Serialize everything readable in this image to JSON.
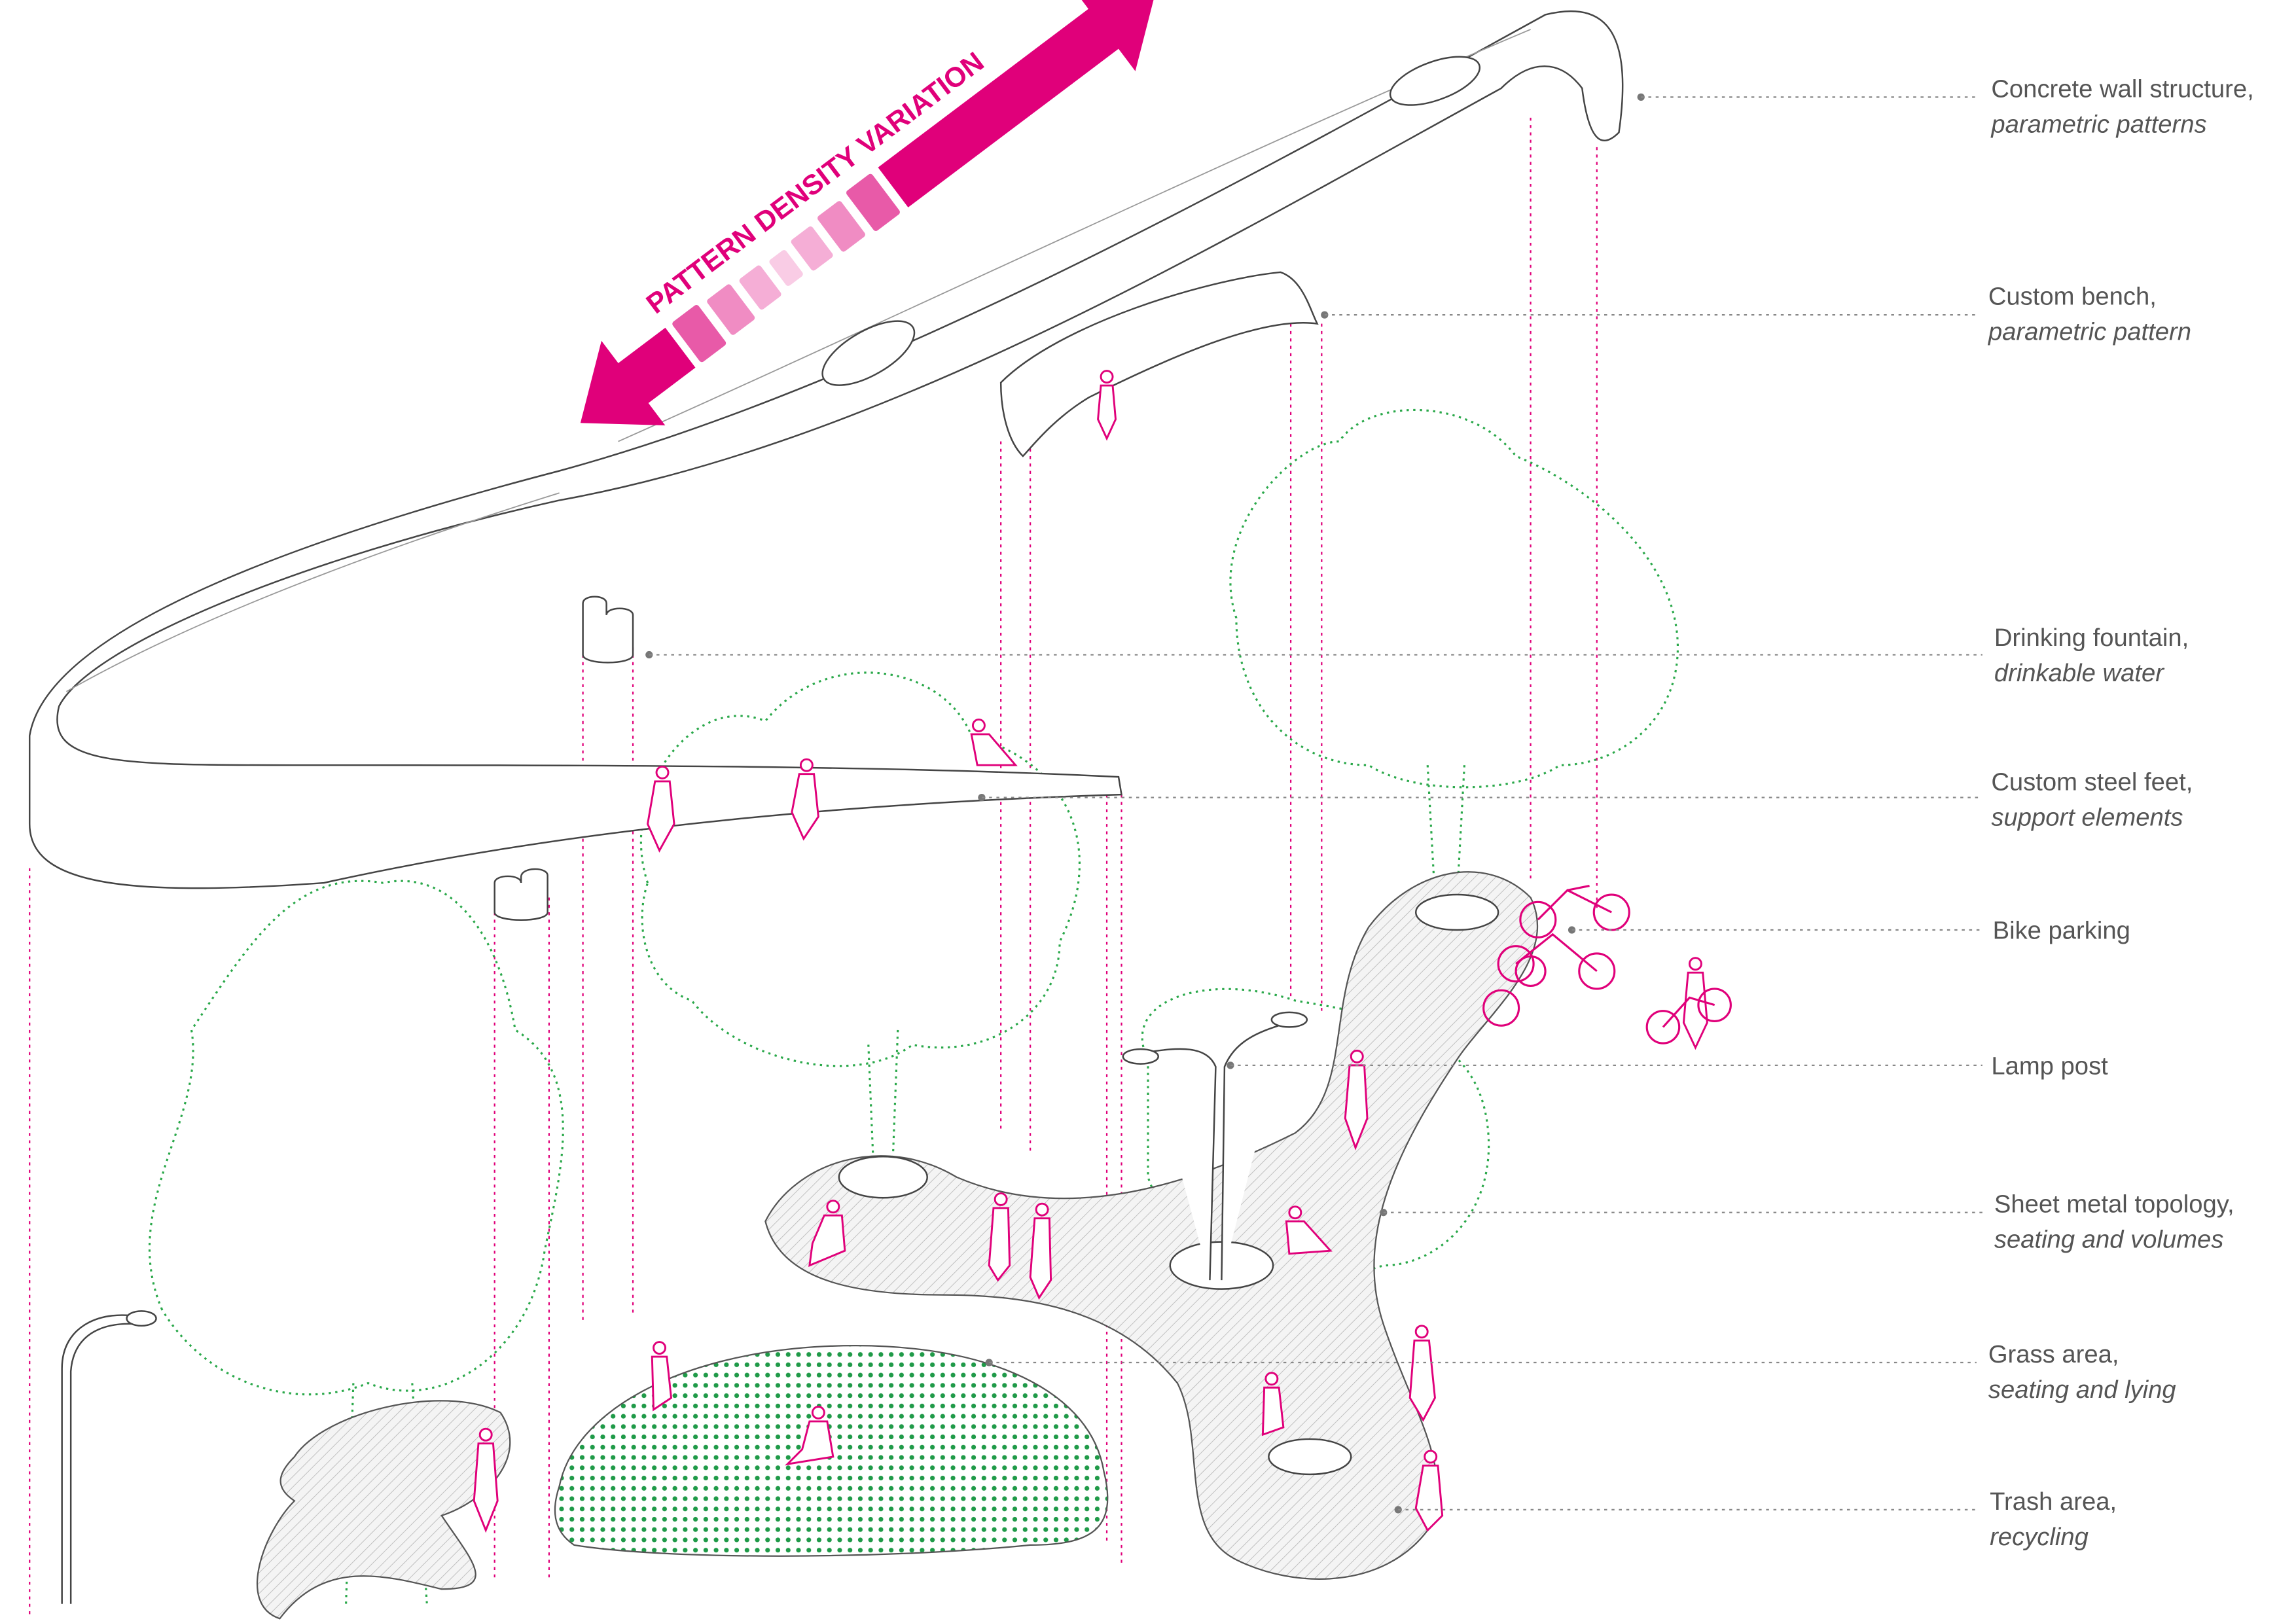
{
  "arrow": {
    "label": "PATTERN DENSITY VARIATION",
    "color": "#e0007a",
    "swatches": [
      "#e85aa8",
      "#f08cc3",
      "#f5aed6",
      "#f9cce5",
      "#f5aed6",
      "#f08cc3",
      "#e85aa8"
    ]
  },
  "labels": [
    {
      "title": "Concrete wall structure,",
      "subtitle": "parametric patterns"
    },
    {
      "title": "Custom bench,",
      "subtitle": "parametric pattern"
    },
    {
      "title": "Drinking fountain,",
      "subtitle": "drinkable water"
    },
    {
      "title": "Custom steel feet,",
      "subtitle": "support elements"
    },
    {
      "title": "Bike parking",
      "subtitle": ""
    },
    {
      "title": "Lamp post",
      "subtitle": ""
    },
    {
      "title": "Sheet metal topology,",
      "subtitle": "seating and volumes"
    },
    {
      "title": "Grass area,",
      "subtitle": "seating and lying"
    },
    {
      "title": "Trash area,",
      "subtitle": "recycling"
    }
  ],
  "colors": {
    "accent": "#e0007a",
    "vegetation": "#2aa84a",
    "line": "#444444"
  }
}
